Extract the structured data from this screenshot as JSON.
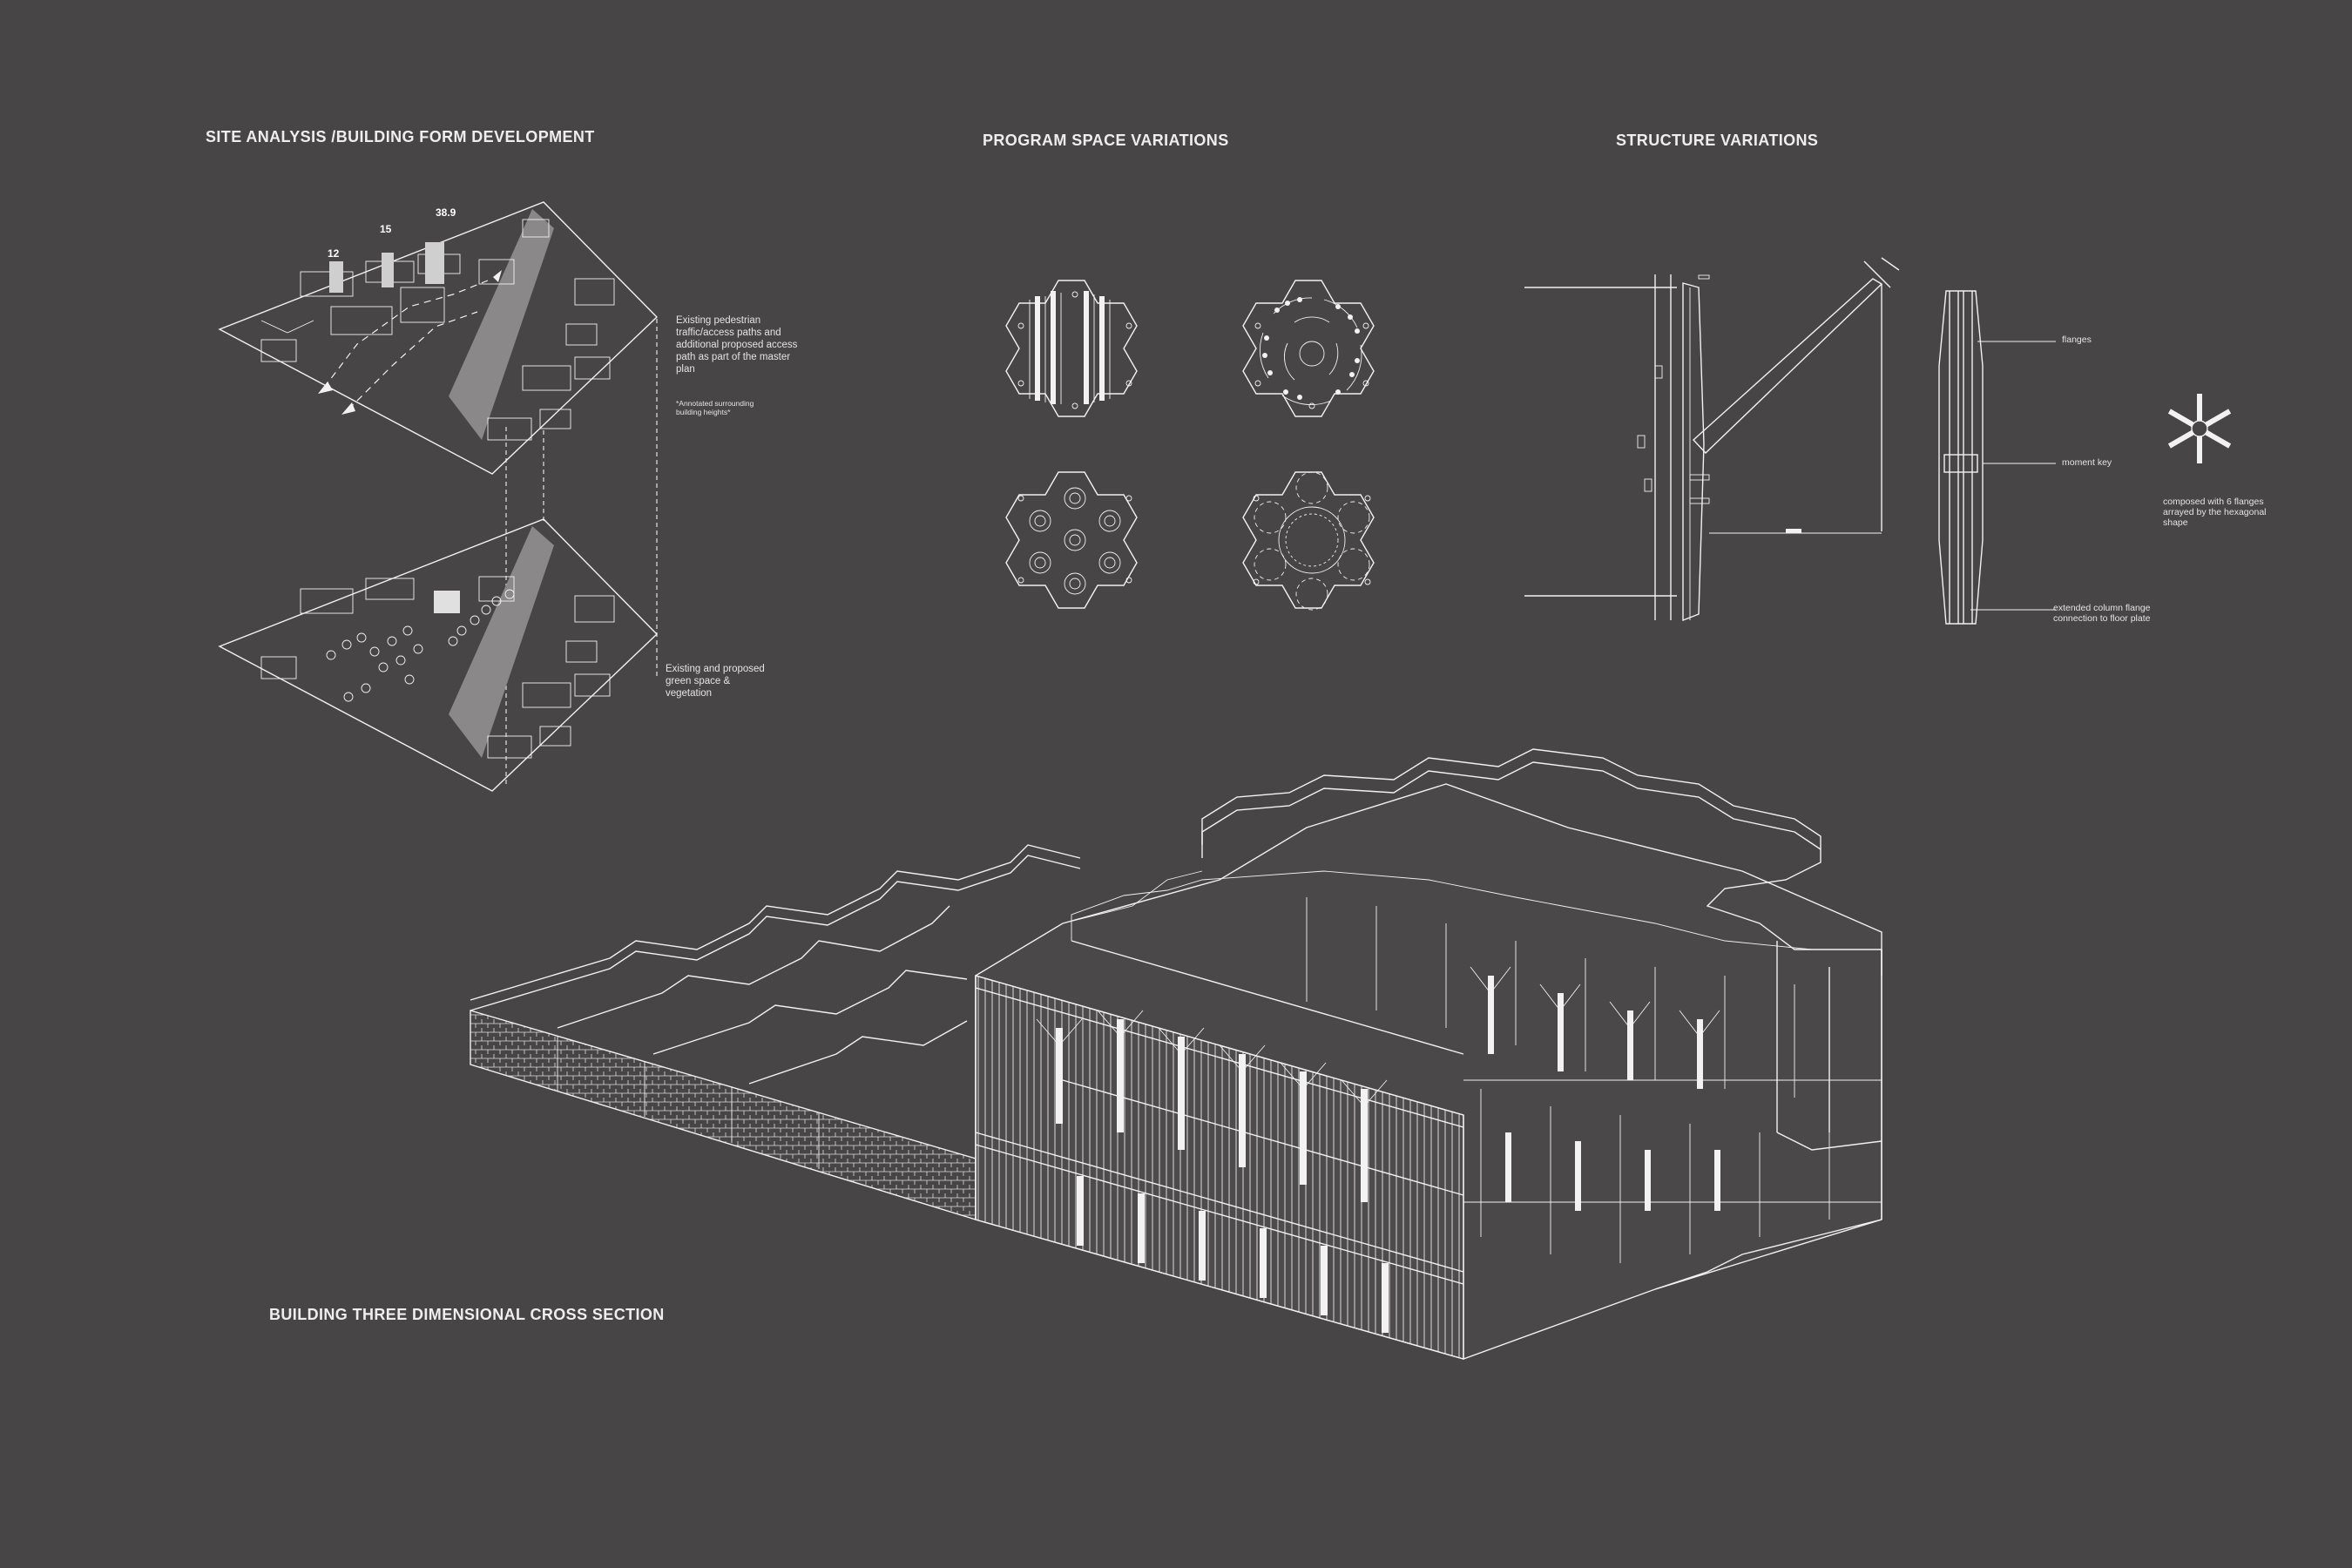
{
  "titles": {
    "site": "SITE ANALYSIS /BUILDING FORM DEVELOPMENT",
    "program": "PROGRAM SPACE VARIATIONS",
    "structure": "STRUCTURE VARIATIONS",
    "section": "BUILDING THREE DIMENSIONAL CROSS SECTION"
  },
  "site": {
    "heights": [
      "12",
      "15",
      "38.9"
    ],
    "note_paths": "Existing pedestrian traffic/access paths and additional proposed access path as part of the master plan",
    "note_heights": "*Annotated surrounding building heights*",
    "note_green": "Existing and proposed green space & vegetation"
  },
  "structure": {
    "label_flanges": "flanges",
    "label_moment_key": "moment key",
    "label_extended": "extended column flange connection to floor plate",
    "label_composed": "composed with 6 flanges arrayed by the hexagonal shape"
  },
  "colors": {
    "background": "#474546",
    "linework": "#f2f2f2",
    "road": "#8a8889"
  },
  "icons": [
    "hexagon-plan-icon",
    "column-star-icon",
    "dimension-arrow-icon"
  ]
}
